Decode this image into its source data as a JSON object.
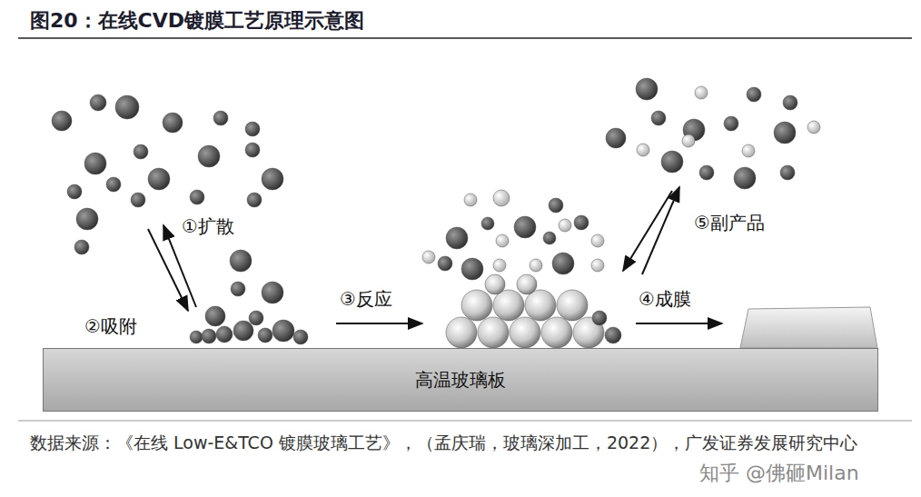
{
  "diagram": {
    "title": "图20：在线CVD镀膜工艺原理示意图",
    "caption": "数据来源：《在线 Low-E&TCO 镀膜玻璃工艺》，（孟庆瑞，玻璃深加工，2022），广发证券发展研究中心",
    "nodes": [
      {
        "text": [
          "高温玻璃板"
        ]
      }
    ],
    "labels": [
      "①扩散",
      "②吸附",
      "③反应",
      "④成膜",
      "⑤副产品",
      "知乎 @佛砸Milan"
    ]
  }
}
